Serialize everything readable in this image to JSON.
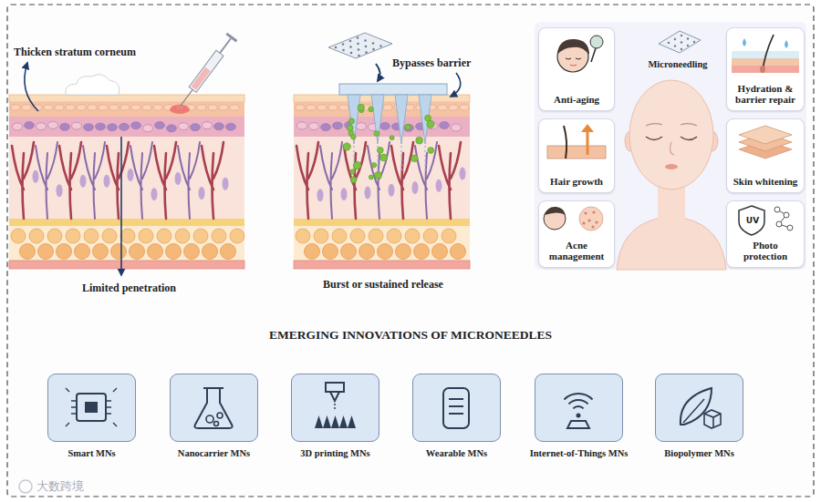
{
  "diagram": {
    "title": "EMERGING INNOVATIONS OF MICRONEEDLES",
    "nodes": [
      {
        "text": [
          "Anti-aging"
        ]
      },
      {
        "text": [
          "Hydration & barrier repair"
        ]
      },
      {
        "text": [
          "Hair growth"
        ]
      },
      {
        "text": [
          "Skin whitening"
        ]
      },
      {
        "text": [
          "Acne management"
        ]
      },
      {
        "text": [
          "UV",
          "Photo protection"
        ]
      },
      {
        "text": [
          "Smart MNs"
        ]
      },
      {
        "text": [
          "Nanocarrier MNs"
        ]
      },
      {
        "text": [
          "3D printing MNs"
        ]
      },
      {
        "text": [
          "Wearable MNs"
        ]
      },
      {
        "text": [
          "Internet-of-Things MNs"
        ]
      },
      {
        "text": [
          "Biopolymer MNs"
        ]
      }
    ],
    "labels": [
      "Thicken stratum corneum",
      "Bypasses barrier",
      "Microneedling",
      "Limited penetration",
      "Burst or sustained release",
      "大数跨境"
    ]
  }
}
